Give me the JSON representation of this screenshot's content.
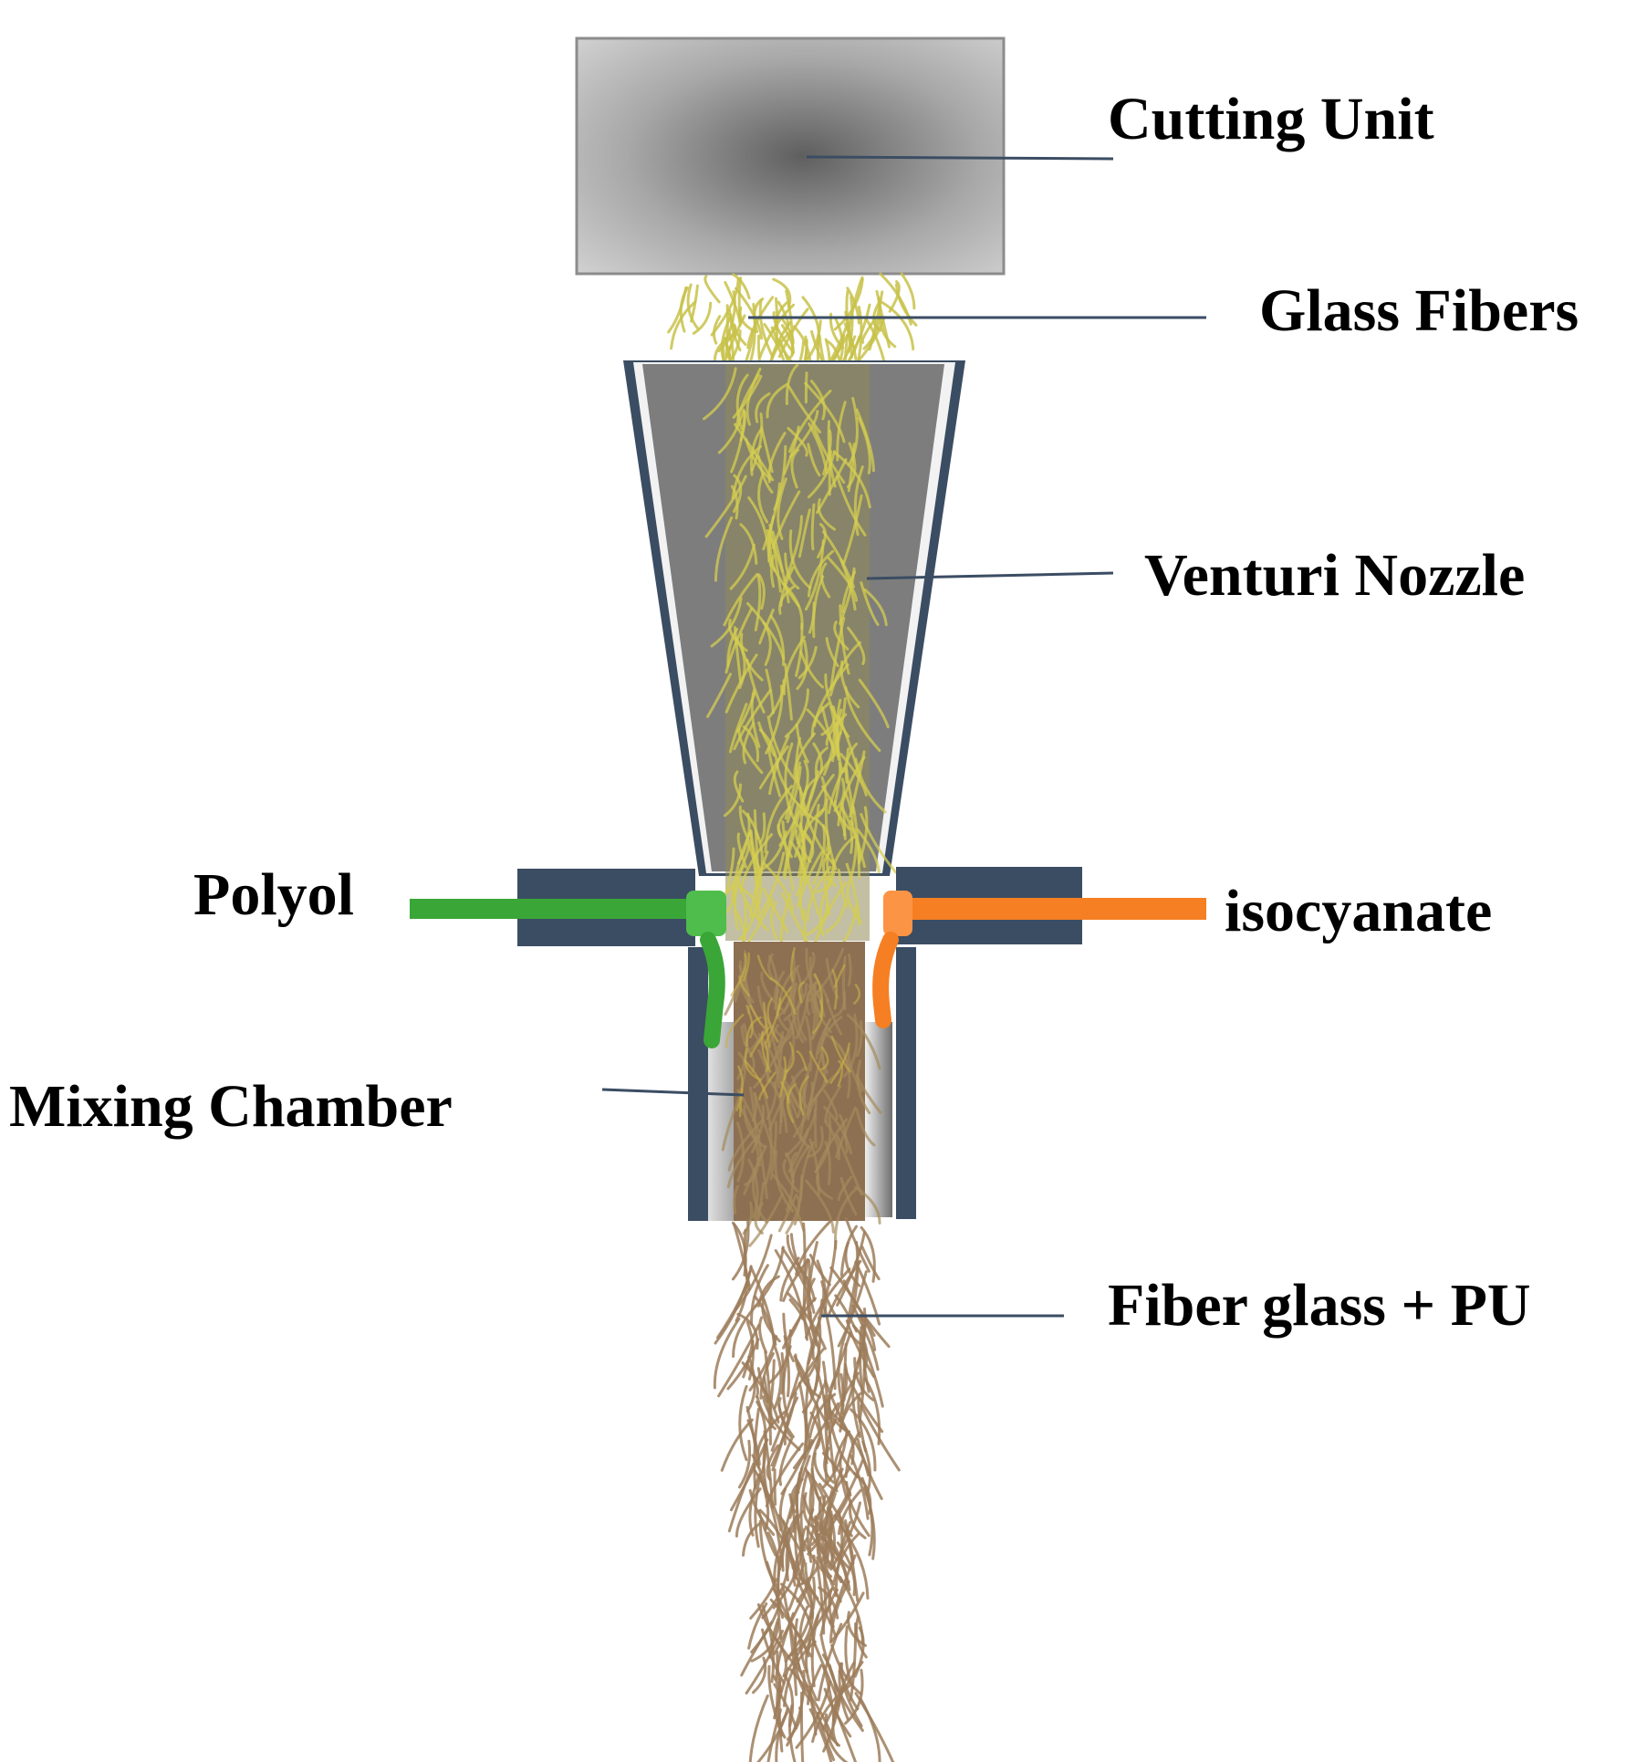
{
  "labels": {
    "cutting_unit": "Cutting Unit",
    "glass_fibers": "Glass Fibers",
    "venturi_nozzle": "Venturi Nozzle",
    "polyol": "Polyol",
    "isocyanate": "isocyanate",
    "mixing_chamber": "Mixing Chamber",
    "fiber_glass_pu": "Fiber glass + PU"
  },
  "colors": {
    "housing": "#3b4d63",
    "nozzle_gray": "#7d7d7d",
    "glass_fiber": "#c8c24a",
    "polyol_line": "#3aa637",
    "isocyanate_line": "#f57f22",
    "fiber_pu": "#9c7d5a",
    "leader_line": "#3b4d63",
    "cutting_unit_light": "#cfcfcf",
    "cutting_unit_dark": "#5f5f5f"
  }
}
